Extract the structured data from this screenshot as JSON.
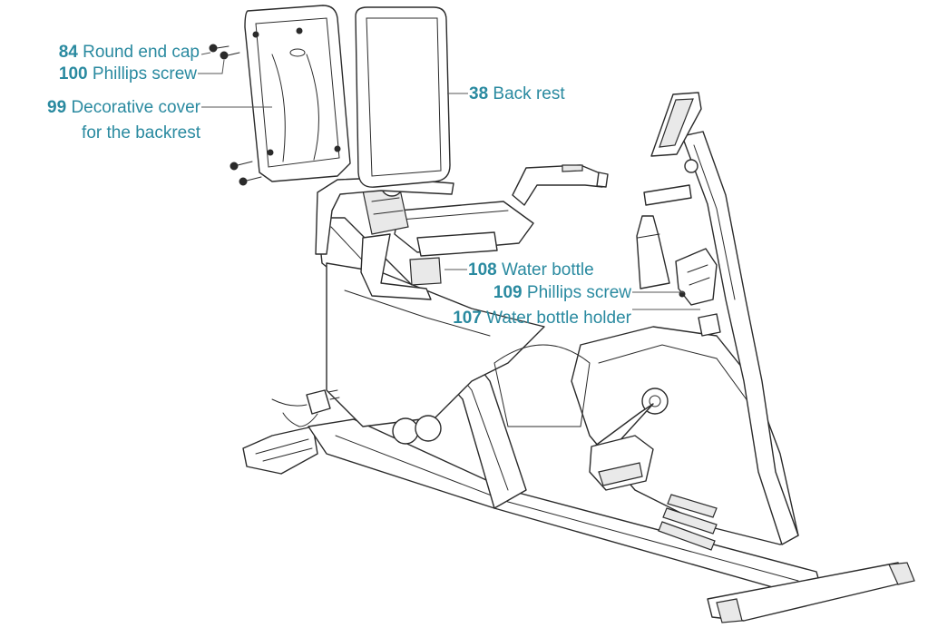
{
  "labels": [
    {
      "num": "84",
      "text": "Round end cap"
    },
    {
      "num": "100",
      "text": "Phillips screw"
    },
    {
      "num": "99",
      "text": "Decorative cover",
      "text2": "for the backrest"
    },
    {
      "num": "38",
      "text": "Back rest"
    },
    {
      "num": "108",
      "text": "Water bottle"
    },
    {
      "num": "109",
      "text": "Phillips screw"
    },
    {
      "num": "107",
      "text": "Water bottle holder"
    }
  ],
  "colors": {
    "label": "#2a8aa0",
    "ink": "#2b2b2b"
  }
}
